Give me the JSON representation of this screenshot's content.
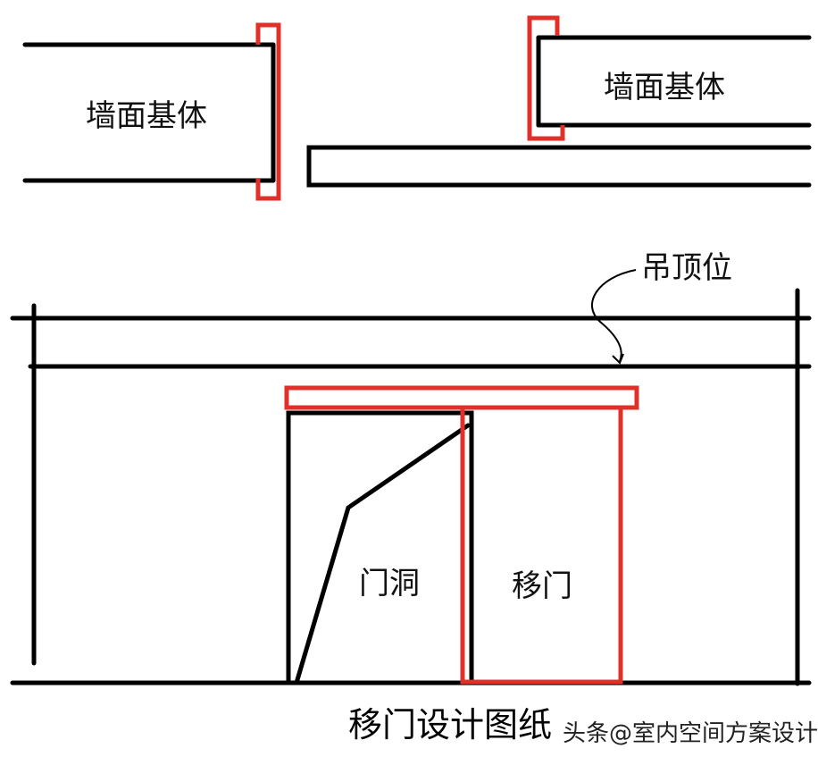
{
  "labels": {
    "wall_left": "墙面基体",
    "wall_right": "墙面基体",
    "ceiling": "吊顶位",
    "door_opening": "门洞",
    "sliding_door": "移门"
  },
  "caption": "移门设计图纸",
  "watermark": "头条@室内空间方案设计",
  "colors": {
    "line": "#000000",
    "door": "#e0302a"
  }
}
